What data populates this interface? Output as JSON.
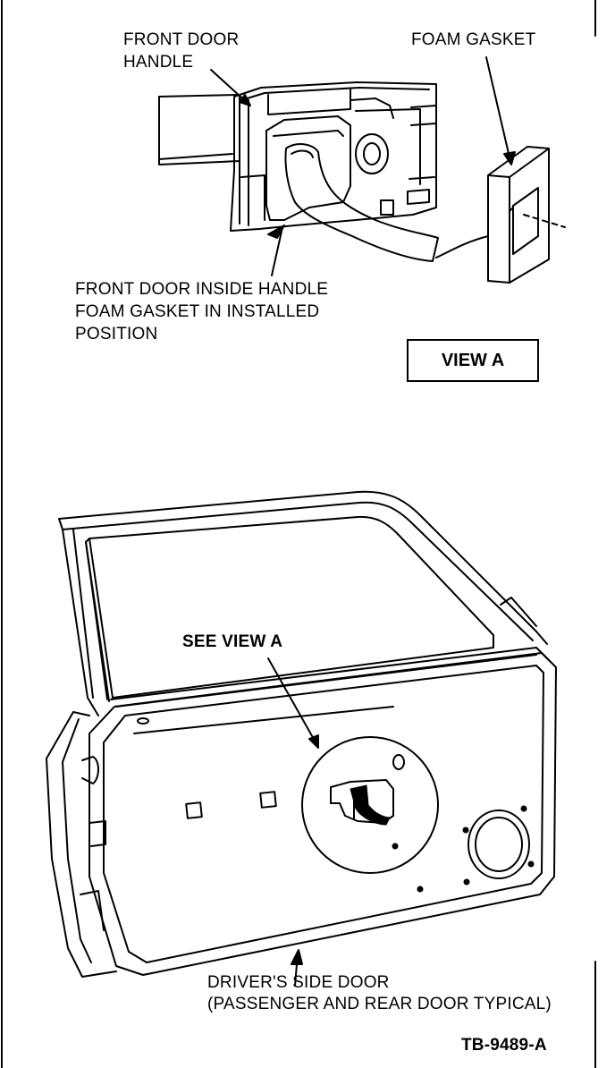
{
  "labels": {
    "front_door_handle_1": "FRONT DOOR",
    "front_door_handle_2": "HANDLE",
    "foam_gasket": "FOAM GASKET",
    "installed_1": "FRONT DOOR INSIDE HANDLE",
    "installed_2": "FOAM GASKET IN INSTALLED",
    "installed_3": "POSITION",
    "view_a": "VIEW A",
    "see_view_a": "SEE VIEW A",
    "driver_door_1": "DRIVER'S SIDE DOOR",
    "driver_door_2": "(PASSENGER AND REAR DOOR TYPICAL)",
    "figure_id": "TB-9489-A"
  },
  "colors": {
    "line": "#000000",
    "background": "#ffffff"
  }
}
